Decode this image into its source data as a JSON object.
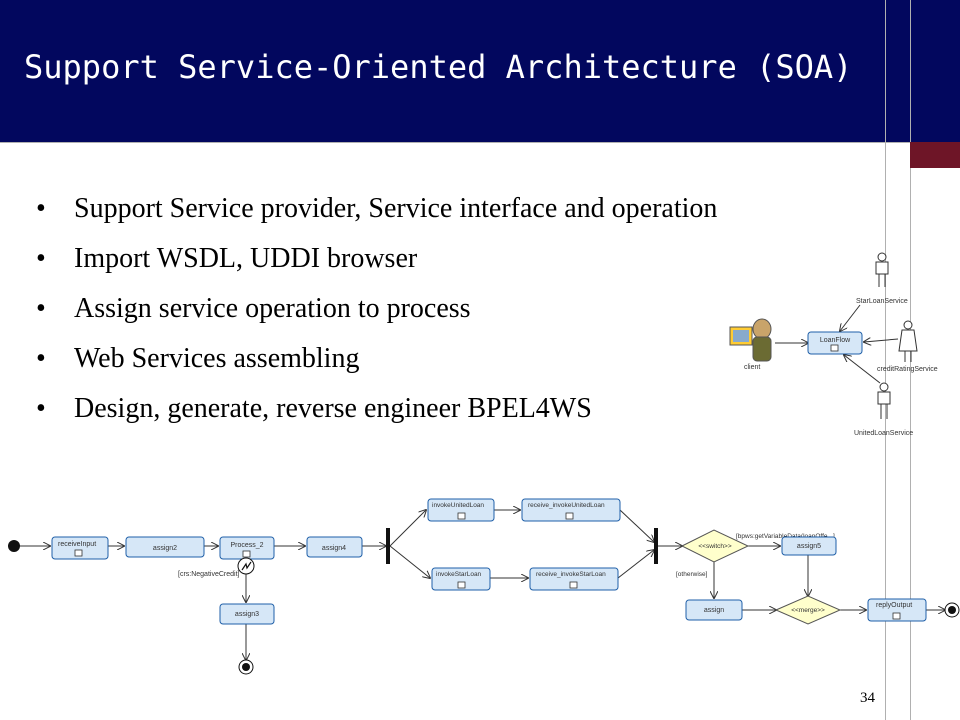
{
  "slide": {
    "title": "Support Service-Oriented Architecture (SOA)",
    "bullets": [
      "Support Service provider, Service interface and operation",
      "Import WSDL, UDDI browser",
      "Assign service operation to process",
      "Web Services assembling",
      "Design, generate, reverse engineer BPEL4WS"
    ],
    "page_number": "34"
  },
  "colors": {
    "header_bg": "#02075e",
    "accent": "#6e1527",
    "node_fill": "#d6e7f7",
    "node_border": "#1f5fa8",
    "decision_fill": "#ffffcc"
  },
  "service_diagram": {
    "client": "client",
    "loanflow": "LoanFlow",
    "star": "StarLoanService",
    "credit": "creditRatingService",
    "united": "UnitedLoanService"
  },
  "process_diagram": {
    "receiveInput": "receiveInput",
    "assign2": "assign2",
    "process2": "Process_2",
    "assign4": "assign4",
    "negcredit": "[crs:NegativeCredit]",
    "assign3": "assign3",
    "invokeUnited": "invokeUnitedLoan",
    "receiveUnited": "receive_invokeUnitedLoan",
    "invokeStar": "invokeStarLoan",
    "receiveStar": "receive_invokeStarLoan",
    "switch": "<<switch>>",
    "condition": "[bpws:getVariableData(loanOffe...]",
    "assign5": "assign5",
    "otherwise": "[otherwise]",
    "assign": "assign",
    "merge": "<<merge>>",
    "replyOutput": "replyOutput"
  }
}
